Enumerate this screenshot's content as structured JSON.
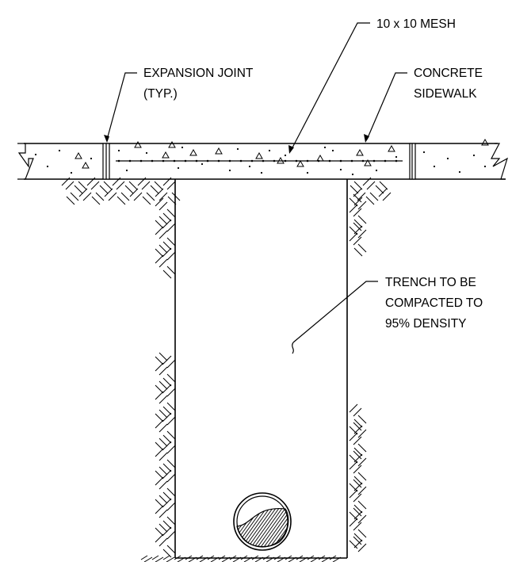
{
  "labels": {
    "mesh": "10 x 10 MESH",
    "expansion_joint": [
      "EXPANSION JOINT",
      "(TYP.)"
    ],
    "sidewalk": [
      "CONCRETE",
      "SIDEWALK"
    ],
    "trench": [
      "TRENCH TO BE",
      "COMPACTED TO",
      "95% DENSITY"
    ]
  }
}
